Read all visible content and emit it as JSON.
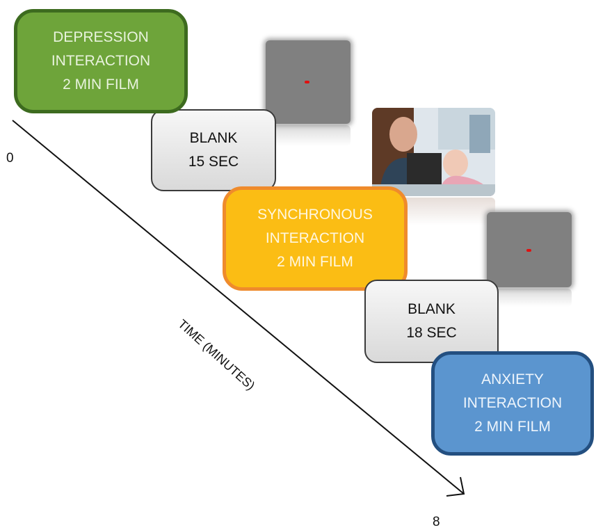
{
  "boxes": {
    "depression": [
      "DEPRESSION",
      "INTERACTION",
      "2 MIN FILM"
    ],
    "blank_1": [
      "BLANK",
      "15 SEC"
    ],
    "synchronous": [
      "SYNCHRONOUS",
      "INTERACTION",
      "2 MIN FILM"
    ],
    "blank_2": [
      "BLANK",
      "18 SEC"
    ],
    "anxiety": [
      "ANXIETY",
      "INTERACTION",
      "2 MIN FILM"
    ]
  },
  "axis": {
    "title": "TIME (MINUTES)",
    "start": "0",
    "end": "8"
  },
  "colors": {
    "depression": "#6ea43a",
    "synchronous": "#fbbd14",
    "anxiety": "#5b95cf",
    "blank": "#e6e6e6",
    "fixation": "#e01010"
  }
}
